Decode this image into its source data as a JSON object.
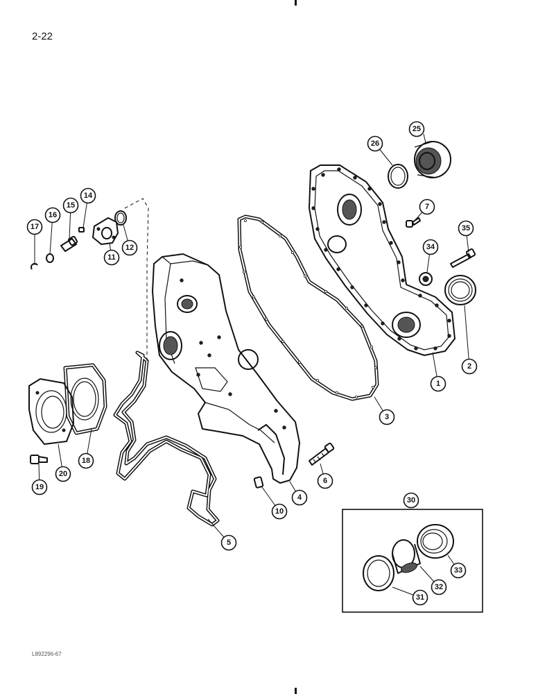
{
  "page_number": "2-22",
  "figure_code": "L892296-67",
  "callouts": [
    "1",
    "2",
    "3",
    "4",
    "5",
    "6",
    "7",
    "10",
    "11",
    "12",
    "14",
    "15",
    "16",
    "17",
    "18",
    "19",
    "20",
    "25",
    "26",
    "30",
    "31",
    "32",
    "33",
    "34",
    "35"
  ]
}
